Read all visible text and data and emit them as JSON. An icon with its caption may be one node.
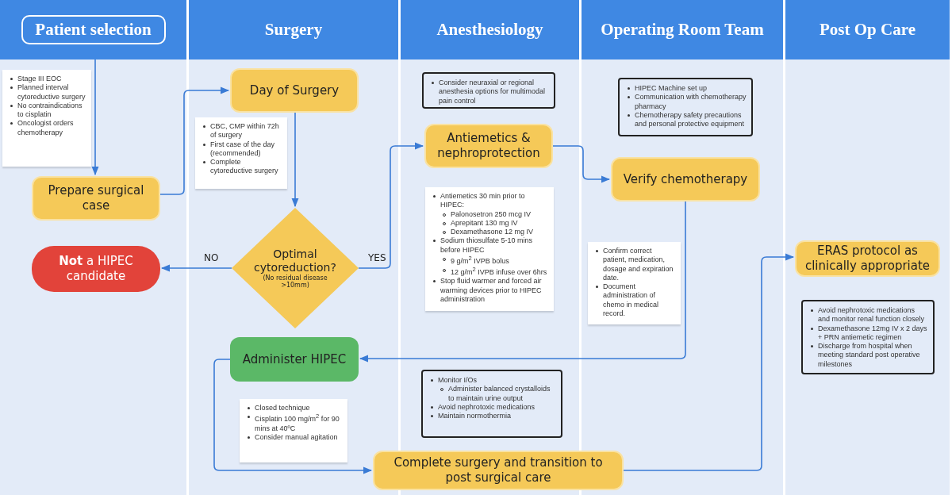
{
  "diagram": {
    "nodes": [
      {
        "text": [
          "Patient selection"
        ]
      },
      {
        "text": [
          "Stage III EOC",
          "Planned interval cytoreductive surgery",
          "No contraindications to cisplatin",
          "Oncologist orders chemotherapy"
        ],
        "in": 0
      },
      {
        "text": [
          "Prepare surgical case"
        ],
        "in": 0
      },
      {
        "text": [
          "**Not** a HIPEC candidate"
        ],
        "in": 0
      },
      {
        "text": [
          "Surgery"
        ]
      },
      {
        "text": [
          "Day of Surgery"
        ],
        "in": 4
      },
      {
        "text": [
          "CBC, CMP within 72h of surgery",
          "First case of the day (recommended)",
          "Complete cytoreductive surgery"
        ],
        "in": 4
      },
      {
        "text": [
          "Optimal cytoreduction?",
          "(No residual disease >10mm)"
        ],
        "in": 4
      },
      {
        "text": [
          "Administer HIPEC"
        ],
        "in": 4
      },
      {
        "text": [
          "Closed technique",
          "Cisplatin 100 mg/m$^{2}$ for 90 mins at 40ºC",
          "Consider manual agitation"
        ],
        "in": 4
      },
      {
        "text": [
          "Anesthesiology"
        ]
      },
      {
        "text": [
          "Consider neuraxial or regional anesthesia options for multimodal pain control"
        ],
        "in": 10
      },
      {
        "text": [
          "Antiemetics & nephroprotection"
        ],
        "in": 10
      },
      {
        "text": [
          "Antiemetics 30 min prior to HIPEC:",
          "Palonosetron 250 mcg IV",
          "Aprepitant 130 mg IV",
          "Dexamethasone 12 mg IV",
          "Sodium thiosulfate 5-10 mins before HIPEC",
          "9 g/m$^{2}$ IVPB bolus",
          "12 g/m$^{2}$ IVPB infuse over 6hrs",
          "Stop fluid warmer and forced air warming devices prior to HIPEC administration"
        ],
        "in": 10
      },
      {
        "text": [
          "Monitor I/Os",
          "Administer balanced crystalloids to maintain urine output",
          "Avoid nephrotoxic medications",
          "Maintain normothermia"
        ],
        "in": 10
      },
      {
        "text": [
          "Operating Room Team"
        ]
      },
      {
        "text": [
          "HIPEC Machine set up",
          "Communication with chemotherapy pharmacy",
          "Chemotherapy safety precautions and personal protective equipment"
        ],
        "in": 15
      },
      {
        "text": [
          "Verify chemotherapy"
        ],
        "in": 15
      },
      {
        "text": [
          "Confirm correct patient, medication, dosage and expiration date.",
          "Document administration of chemo in medical record."
        ],
        "in": 15
      },
      {
        "text": [
          "Post Op Care"
        ]
      },
      {
        "text": [
          "ERAS protocol as clinically appropriate"
        ],
        "in": 19
      },
      {
        "text": [
          "Avoid nephrotoxic medications and monitor renal function closely",
          "Dexamethasone 12mg IV x 2 days + PRN antiemetic regimen",
          "Discharge from hospital when meeting standard post operative milestones"
        ],
        "in": 19
      },
      {
        "text": [
          "Complete surgery and transition to post surgical care"
        ]
      }
    ],
    "edges": [
      {
        "from": 0,
        "to": 2,
        "arrow": "to"
      },
      {
        "from": 2,
        "to": 5,
        "arrow": "to"
      },
      {
        "from": 5,
        "to": 7,
        "arrow": "to"
      },
      {
        "from": 7,
        "to": 3,
        "label": "NO",
        "arrow": "to"
      },
      {
        "from": 7,
        "to": 12,
        "label": "YES",
        "arrow": "to"
      },
      {
        "from": 12,
        "to": 17,
        "arrow": "to"
      },
      {
        "from": 17,
        "to": 8,
        "arrow": "to"
      },
      {
        "from": 8,
        "to": 22,
        "arrow": "to"
      },
      {
        "from": 22,
        "to": 20,
        "arrow": "to"
      }
    ]
  }
}
